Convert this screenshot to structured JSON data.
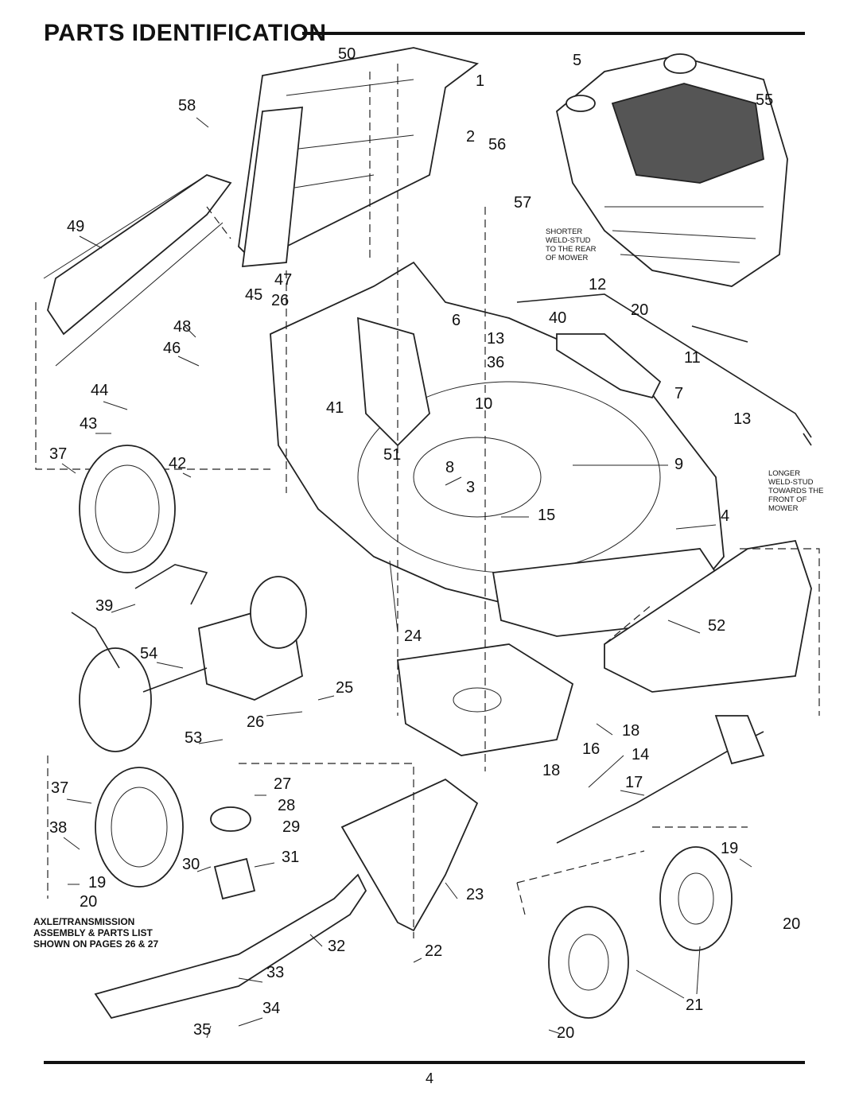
{
  "header": {
    "title": "PARTS IDENTIFICATION"
  },
  "notes": {
    "shorter_weld_stud": [
      "SHORTER",
      "WELD-STUD",
      "TO THE REAR",
      "OF MOWER"
    ],
    "longer_weld_stud": [
      "LONGER",
      "WELD-STUD",
      "TOWARDS THE",
      "FRONT OF",
      "MOWER"
    ],
    "axle_assembly": [
      "AXLE/TRANSMISSION",
      "ASSEMBLY & PARTS LIST",
      "SHOWN ON PAGES 26 & 27"
    ]
  },
  "callouts": [
    "50",
    "1",
    "5",
    "55",
    "58",
    "2",
    "56",
    "57",
    "49",
    "47",
    "26",
    "45",
    "48",
    "46",
    "6",
    "12",
    "40",
    "20",
    "13",
    "11",
    "36",
    "7",
    "44",
    "43",
    "10",
    "37",
    "42",
    "51",
    "8",
    "9",
    "3",
    "15",
    "4",
    "41",
    "39",
    "24",
    "52",
    "54",
    "25",
    "26",
    "53",
    "18",
    "16",
    "14",
    "17",
    "18",
    "37",
    "27",
    "28",
    "29",
    "38",
    "30",
    "31",
    "19",
    "20",
    "23",
    "32",
    "22",
    "33",
    "34",
    "35",
    "19",
    "20",
    "21",
    "20",
    "13"
  ],
  "footer": {
    "page_number": "4"
  }
}
